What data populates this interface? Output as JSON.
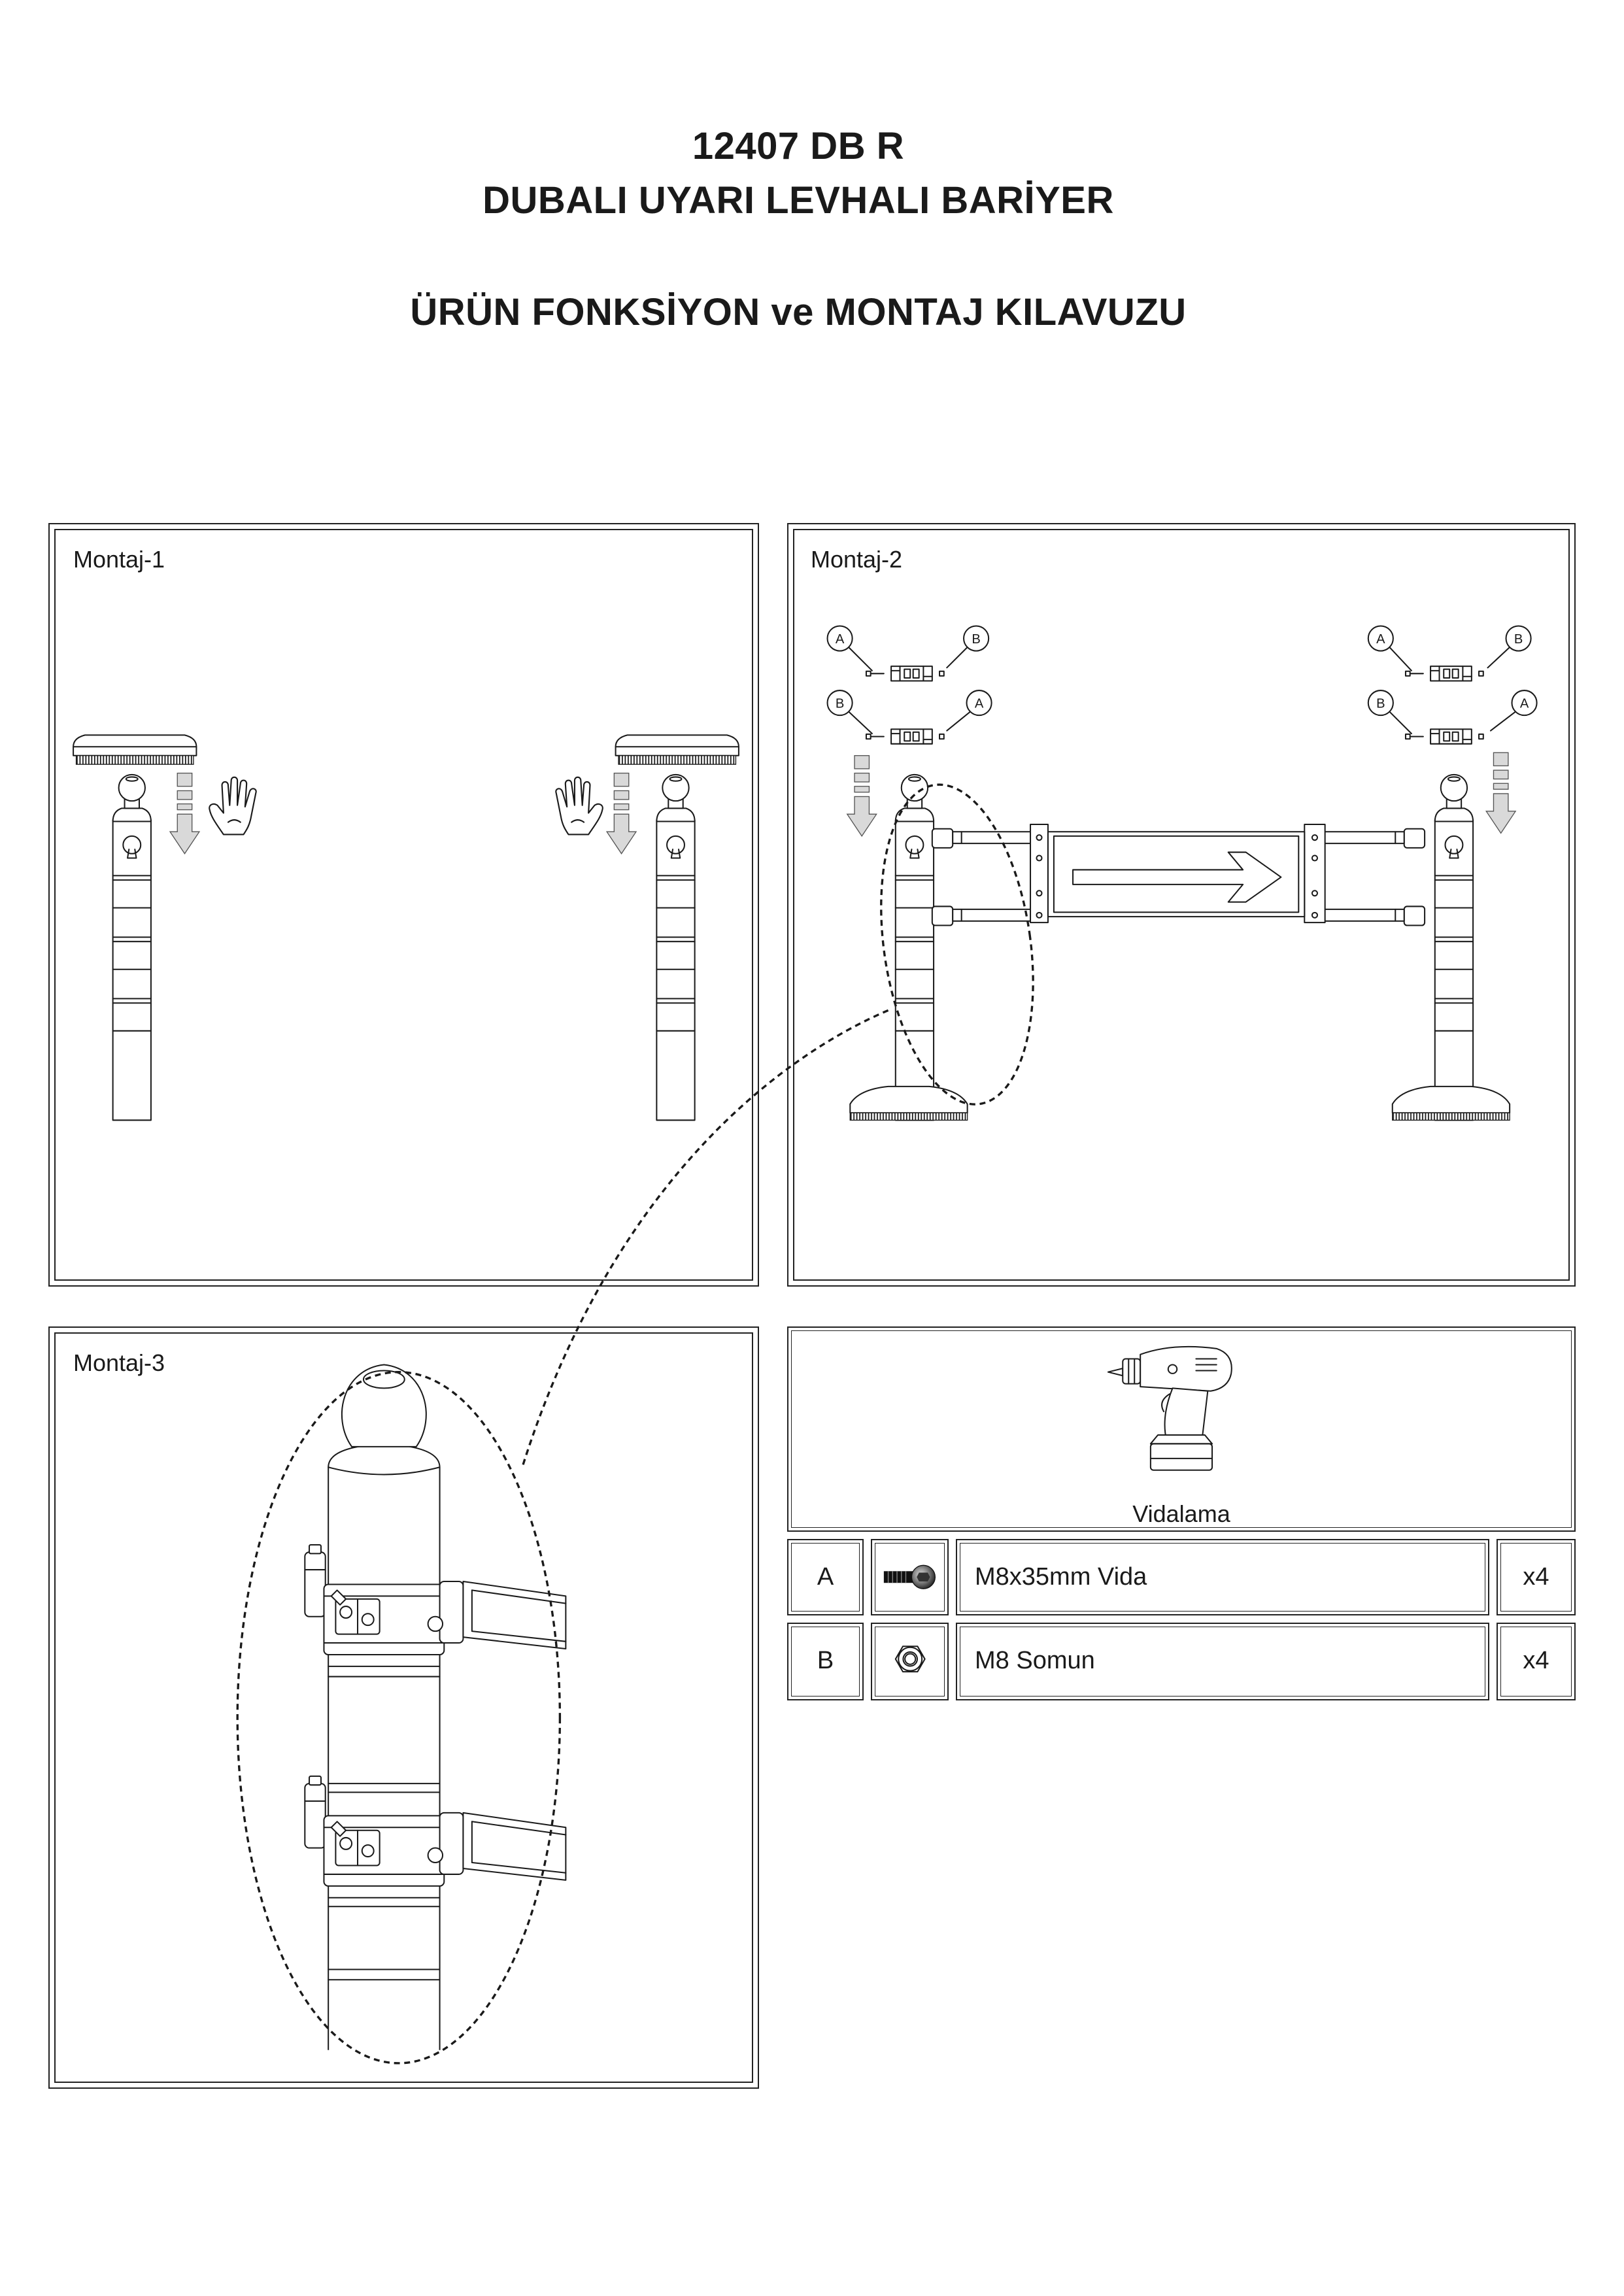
{
  "document": {
    "code": "12407 DB R",
    "product_name": "DUBALI UYARI LEVHALI BARİYER",
    "guide_title": "ÜRÜN FONKSİYON ve MONTAJ KILAVUZU"
  },
  "panels": [
    {
      "label": "Montaj-1"
    },
    {
      "label": "Montaj-2"
    },
    {
      "label": "Montaj-3"
    }
  ],
  "tools": {
    "label": "Vidalama",
    "icon": "drill-icon"
  },
  "parts": [
    {
      "id": "A",
      "name": "M8x35mm Vida",
      "qty": "x4",
      "icon": "screw-icon"
    },
    {
      "id": "B",
      "name": "M8 Somun",
      "qty": "x4",
      "icon": "nut-icon"
    }
  ],
  "colors": {
    "ink": "#1a1a1a",
    "arrow_fill": "#d9d9d9",
    "background": "#ffffff"
  }
}
